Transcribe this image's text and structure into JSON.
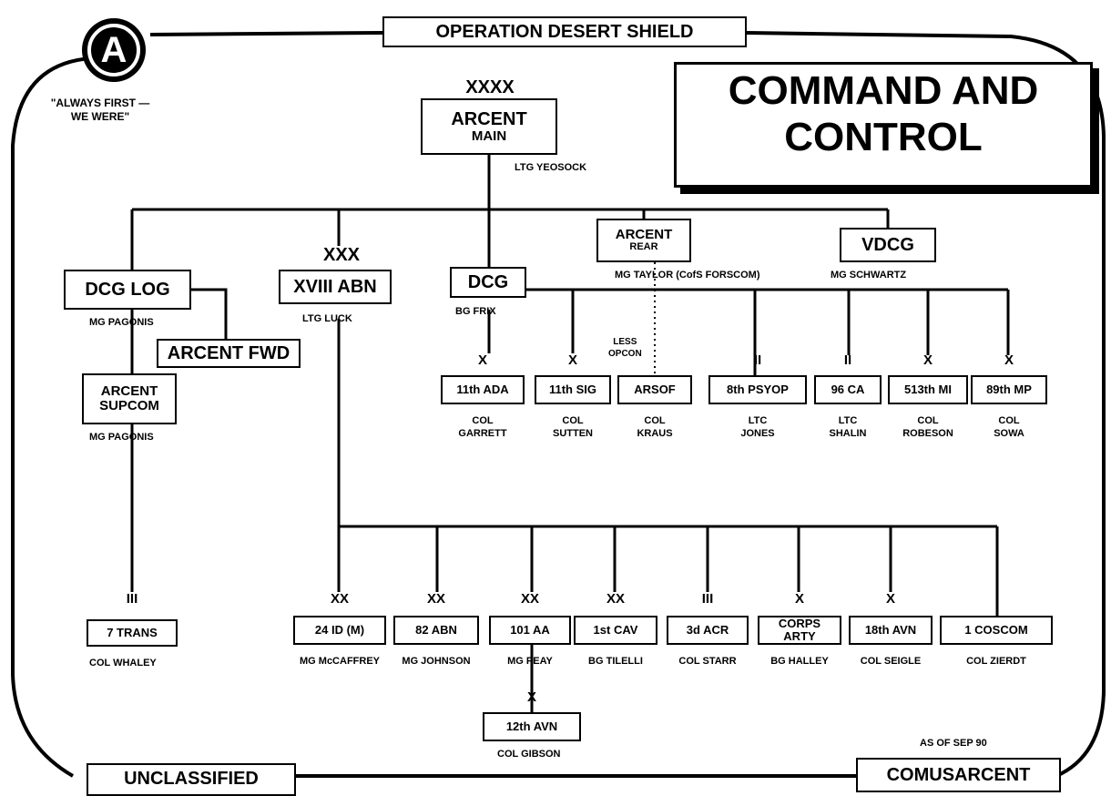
{
  "header": {
    "banner": "OPERATION DESERT SHIELD",
    "title_line1": "COMMAND AND",
    "title_line2": "CONTROL",
    "logo_letter": "A",
    "motto": "\"ALWAYS FIRST —\nWE WERE\""
  },
  "footer": {
    "classification": "UNCLASSIFIED",
    "as_of": "AS OF SEP 90",
    "organization": "COMUSARCENT"
  },
  "hq": {
    "echelon": "XXXX",
    "line1": "ARCENT",
    "line2": "MAIN",
    "commander": "LTG YEOSOCK"
  },
  "staff": {
    "dcg_log": {
      "name": "DCG LOG",
      "commander": "MG PAGONIS"
    },
    "arcent_fwd": {
      "name": "ARCENT FWD"
    },
    "arcent_supcom": {
      "line1": "ARCENT",
      "line2": "SUPCOM",
      "commander": "MG PAGONIS"
    },
    "trans": {
      "echelon": "III",
      "name": "7 TRANS",
      "commander": "COL WHALEY"
    },
    "xviii": {
      "echelon": "XXX",
      "name": "XVIII ABN",
      "commander": "LTG LUCK"
    },
    "dcg": {
      "name": "DCG",
      "commander": "BG FRIX"
    },
    "rear": {
      "line1": "ARCENT",
      "line2": "REAR",
      "commander": "MG TAYLOR (CofS FORSCOM)"
    },
    "vdcg": {
      "name": "VDCG",
      "commander": "MG SCHWARTZ"
    },
    "less_opcon": "LESS\nOPCON"
  },
  "dcg_units": [
    {
      "echelon": "X",
      "name": "11th ADA",
      "commander": "COL\nGARRETT"
    },
    {
      "echelon": "X",
      "name": "11th SIG",
      "commander": "COL\nSUTTEN"
    },
    {
      "echelon": "",
      "name": "ARSOF",
      "commander": "COL\nKRAUS"
    },
    {
      "echelon": "II",
      "name": "8th PSYOP",
      "commander": "LTC\nJONES"
    },
    {
      "echelon": "II",
      "name": "96 CA",
      "commander": "LTC\nSHALIN"
    },
    {
      "echelon": "X",
      "name": "513th MI",
      "commander": "COL\nROBESON"
    },
    {
      "echelon": "X",
      "name": "89th MP",
      "commander": "COL\nSOWA"
    }
  ],
  "corps_units": [
    {
      "echelon": "XX",
      "name": "24 ID (M)",
      "commander": "MG McCAFFREY"
    },
    {
      "echelon": "XX",
      "name": "82 ABN",
      "commander": "MG JOHNSON"
    },
    {
      "echelon": "XX",
      "name": "101 AA",
      "commander": "MG PEAY"
    },
    {
      "echelon": "XX",
      "name": "1st CAV",
      "commander": "BG TILELLI"
    },
    {
      "echelon": "III",
      "name": "3d ACR",
      "commander": "COL STARR"
    },
    {
      "echelon": "X",
      "name": "CORPS\nARTY",
      "commander": "BG HALLEY"
    },
    {
      "echelon": "X",
      "name": "18th AVN",
      "commander": "COL SEIGLE"
    },
    {
      "echelon": "",
      "name": "1 COSCOM",
      "commander": "COL ZIERDT"
    }
  ],
  "avn12": {
    "echelon": "X",
    "name": "12th AVN",
    "commander": "COL GIBSON"
  }
}
